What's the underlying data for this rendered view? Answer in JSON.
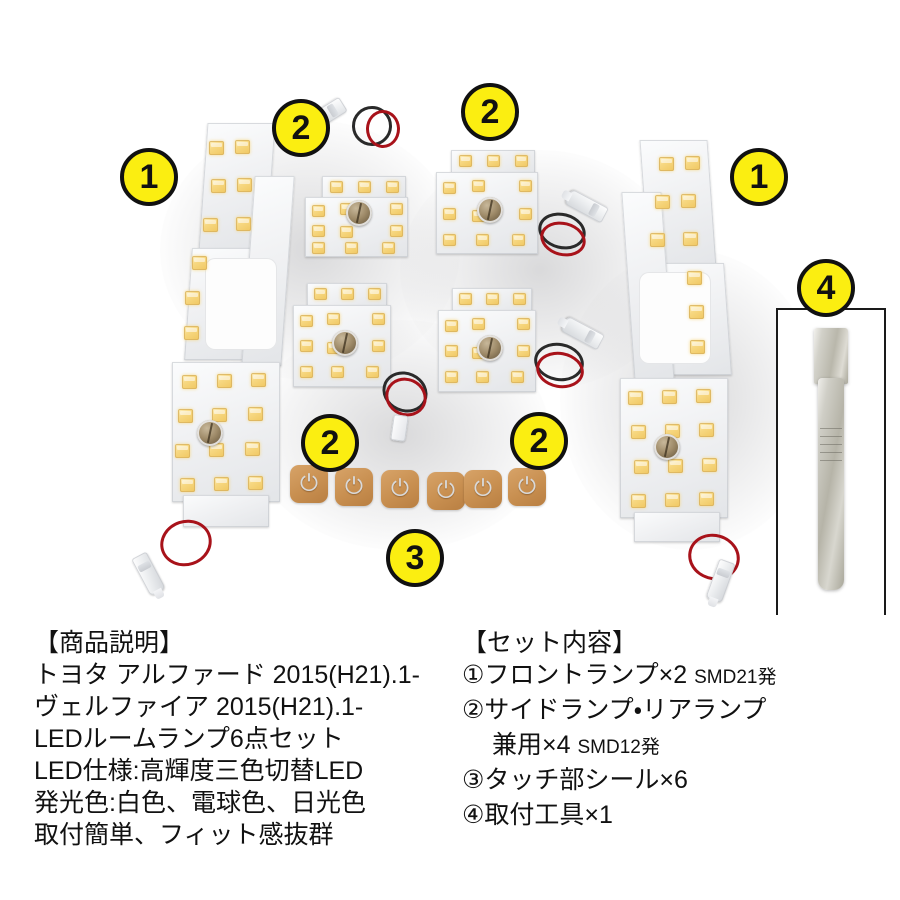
{
  "photo": {
    "callouts": [
      {
        "id": "1",
        "label": "1",
        "name": "callout-badge-1-left"
      },
      {
        "id": "2a",
        "label": "2",
        "name": "callout-badge-2-topleft"
      },
      {
        "id": "2b",
        "label": "2",
        "name": "callout-badge-2-topright"
      },
      {
        "id": "1r",
        "label": "1",
        "name": "callout-badge-1-right"
      },
      {
        "id": "4",
        "label": "4",
        "name": "callout-badge-4-tool"
      },
      {
        "id": "2c",
        "label": "2",
        "name": "callout-badge-2-midleft"
      },
      {
        "id": "2d",
        "label": "2",
        "name": "callout-badge-2-midright"
      },
      {
        "id": "3",
        "label": "3",
        "name": "callout-badge-3-seals"
      }
    ],
    "seal_icon": "⏻",
    "seal_count": 6,
    "colors": {
      "badge_fill": "#fbee11",
      "badge_border": "#111111",
      "led_warm": "#f7d882",
      "pcb_white": "#f0f1f3",
      "seal_tan": "#c88f50",
      "wire_red": "#a8121a",
      "tool_silver": "#b6b4a8"
    }
  },
  "description": {
    "heading": "【商品説明】",
    "lines": [
      "トヨタ アルファード 2015(H21).1-",
      "ヴェルファイア 2015(H21).1-",
      "LEDルームランプ6点セット",
      "LED仕様:高輝度三色切替LED",
      "発光色:白色、電球色、日光色",
      "取付簡単、フィット感抜群"
    ]
  },
  "set_contents": {
    "heading": "【セット内容】",
    "items": [
      {
        "main": "①フロントランプ×2",
        "note": "SMD21発",
        "indent": false
      },
      {
        "main": "②サイドランプ・リアランプ",
        "note": "",
        "indent": false
      },
      {
        "main": "兼用×4",
        "note": "SMD12発",
        "indent": true
      },
      {
        "main": "③タッチ部シール×6",
        "note": "",
        "indent": false
      },
      {
        "main": "④取付工具×1",
        "note": "",
        "indent": false
      }
    ]
  }
}
